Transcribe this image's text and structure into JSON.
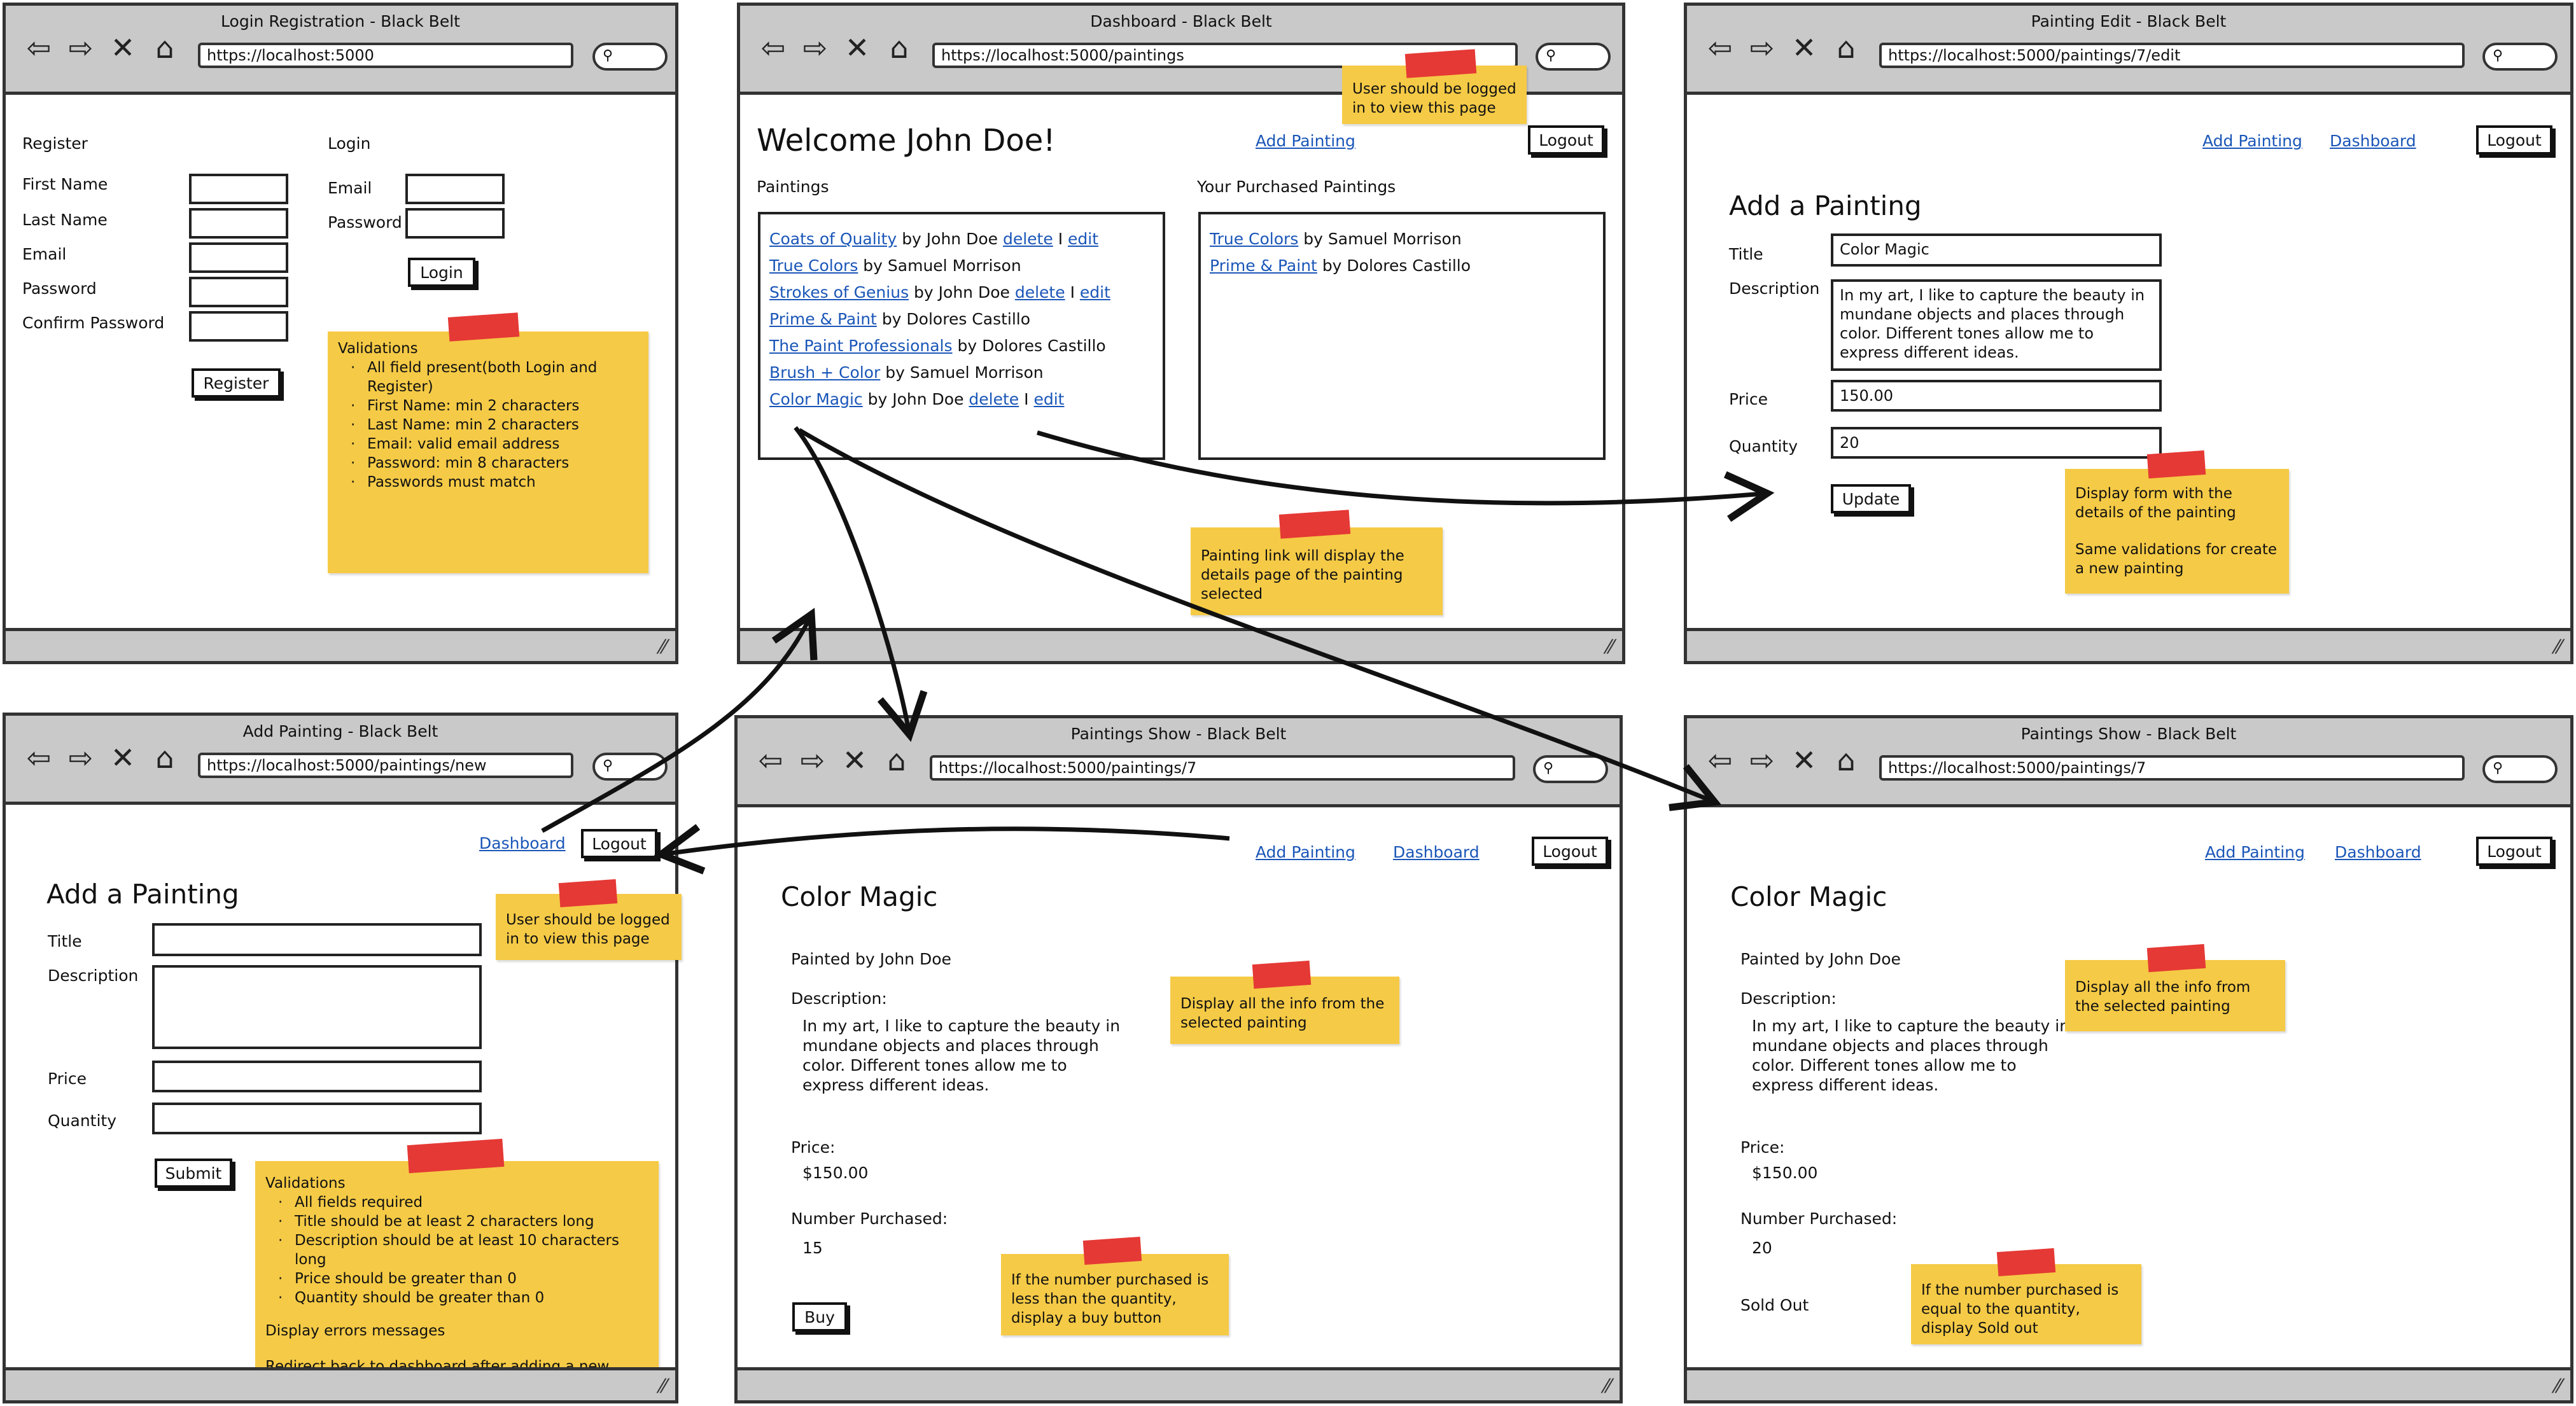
{
  "colors": {
    "note": "#f5ca46",
    "tape": "#e53935",
    "link": "#1a56b8",
    "chrome": "#c9c9c9"
  },
  "icons": [
    "back-arrow-icon",
    "forward-arrow-icon",
    "close-x-icon",
    "home-icon",
    "search-icon",
    "resize-grip-icon"
  ],
  "win1": {
    "title": "Login Registration - Black Belt",
    "url": "https://localhost:5000",
    "register": {
      "heading": "Register",
      "first_name": "First Name",
      "last_name": "Last Name",
      "email": "Email",
      "password": "Password",
      "confirm": "Confirm Password",
      "button": "Register"
    },
    "login": {
      "heading": "Login",
      "email": "Email",
      "password": "Password",
      "button": "Login"
    },
    "note": {
      "title": "Validations",
      "items": [
        "All field present(both Login and Register)",
        "First Name: min 2 characters",
        "Last Name: min 2 characters",
        "Email: valid email address",
        "Password: min 8 characters",
        "Passwords must match"
      ]
    }
  },
  "win2": {
    "title": "Dashboard - Black Belt",
    "url": "https://localhost:5000/paintings",
    "welcome": "Welcome John Doe!",
    "add_painting": "Add Painting",
    "logout": "Logout",
    "paintings_label": "Paintings",
    "purchased_label": "Your Purchased Paintings",
    "delete": "delete",
    "edit": "edit",
    "sep": "I",
    "paintings": [
      {
        "title": "Coats of Quality",
        "by": "by John Doe"
      },
      {
        "title": "True Colors",
        "by": "by Samuel Morrison"
      },
      {
        "title": "Strokes of Genius",
        "by": "by John Doe"
      },
      {
        "title": "Prime & Paint",
        "by": "by Dolores Castillo"
      },
      {
        "title": "The Paint Professionals",
        "by": "by Dolores Castillo"
      },
      {
        "title": "Brush + Color",
        "by": "by Samuel Morrison"
      },
      {
        "title": "Color Magic",
        "by": "by John Doe"
      }
    ],
    "purchased": [
      {
        "title": "True Colors",
        "by": "by Samuel Morrison"
      },
      {
        "title": "Prime & Paint",
        "by": "by Dolores Castillo"
      }
    ],
    "note_top": "User should be logged in to view this page",
    "note_bottom": "Painting link will display the details page of the painting selected"
  },
  "win3": {
    "title": "Painting Edit - Black Belt",
    "url": "https://localhost:5000/paintings/7/edit",
    "add_painting": "Add Painting",
    "dashboard": "Dashboard",
    "logout": "Logout",
    "heading": "Add a Painting",
    "title_label": "Title",
    "title_value": "Color Magic",
    "description_label": "Description",
    "description_value": "In my art, I like to capture the beauty in mundane objects and places through color.  Different tones allow me to express different ideas.",
    "price_label": "Price",
    "price_value": "150.00",
    "quantity_label": "Quantity",
    "quantity_value": "20",
    "button": "Update",
    "note_1": "Display form with the details of the painting",
    "note_2": "Same validations for create a new painting"
  },
  "win4": {
    "title": "Add Painting - Black Belt",
    "url": "https://localhost:5000/paintings/new",
    "dashboard": "Dashboard",
    "logout": "Logout",
    "heading": "Add a Painting",
    "title_label": "Title",
    "description_label": "Description",
    "price_label": "Price",
    "quantity_label": "Quantity",
    "button": "Submit",
    "note_top": "User should be logged in to view this page",
    "note": {
      "title": "Validations",
      "items": [
        "All fields required",
        "Title should be at least 2 characters long",
        "Description should be at least 10 characters long",
        "Price should be greater than 0",
        "Quantity should be greater than 0"
      ],
      "extra_1": "Display errors messages",
      "extra_2": "Redirect back to dashboard after adding a new"
    }
  },
  "win5": {
    "title": "Paintings Show - Black Belt",
    "url": "https://localhost:5000/paintings/7",
    "add_painting": "Add Painting",
    "dashboard": "Dashboard",
    "logout": "Logout",
    "heading": "Color Magic",
    "painted_by": "Painted by John Doe",
    "description_label": "Description:",
    "description": "In my art, I like to capture the beauty in mundane objects and places through color.  Different tones allow me to express different ideas.",
    "price_label": "Price:",
    "price": "$150.00",
    "number_label": "Number Purchased:",
    "number": "15",
    "button": "Buy",
    "note_top": "Display all the info from the selected painting",
    "note_bottom": "If the number purchased is less than the quantity, display a buy button"
  },
  "win6": {
    "title": "Paintings Show - Black Belt",
    "url": "https://localhost:5000/paintings/7",
    "add_painting": "Add Painting",
    "dashboard": "Dashboard",
    "logout": "Logout",
    "heading": "Color Magic",
    "painted_by": "Painted by John Doe",
    "description_label": "Description:",
    "description": "In my art, I like to capture the beauty in mundane objects and places through color.  Different tones allow me to express different ideas.",
    "price_label": "Price:",
    "price": "$150.00",
    "number_label": "Number Purchased:",
    "number": "20",
    "sold_out": "Sold Out",
    "note_top": "Display all the info from the selected painting",
    "note_bottom": "If the number purchased is equal to the quantity, display Sold out"
  }
}
